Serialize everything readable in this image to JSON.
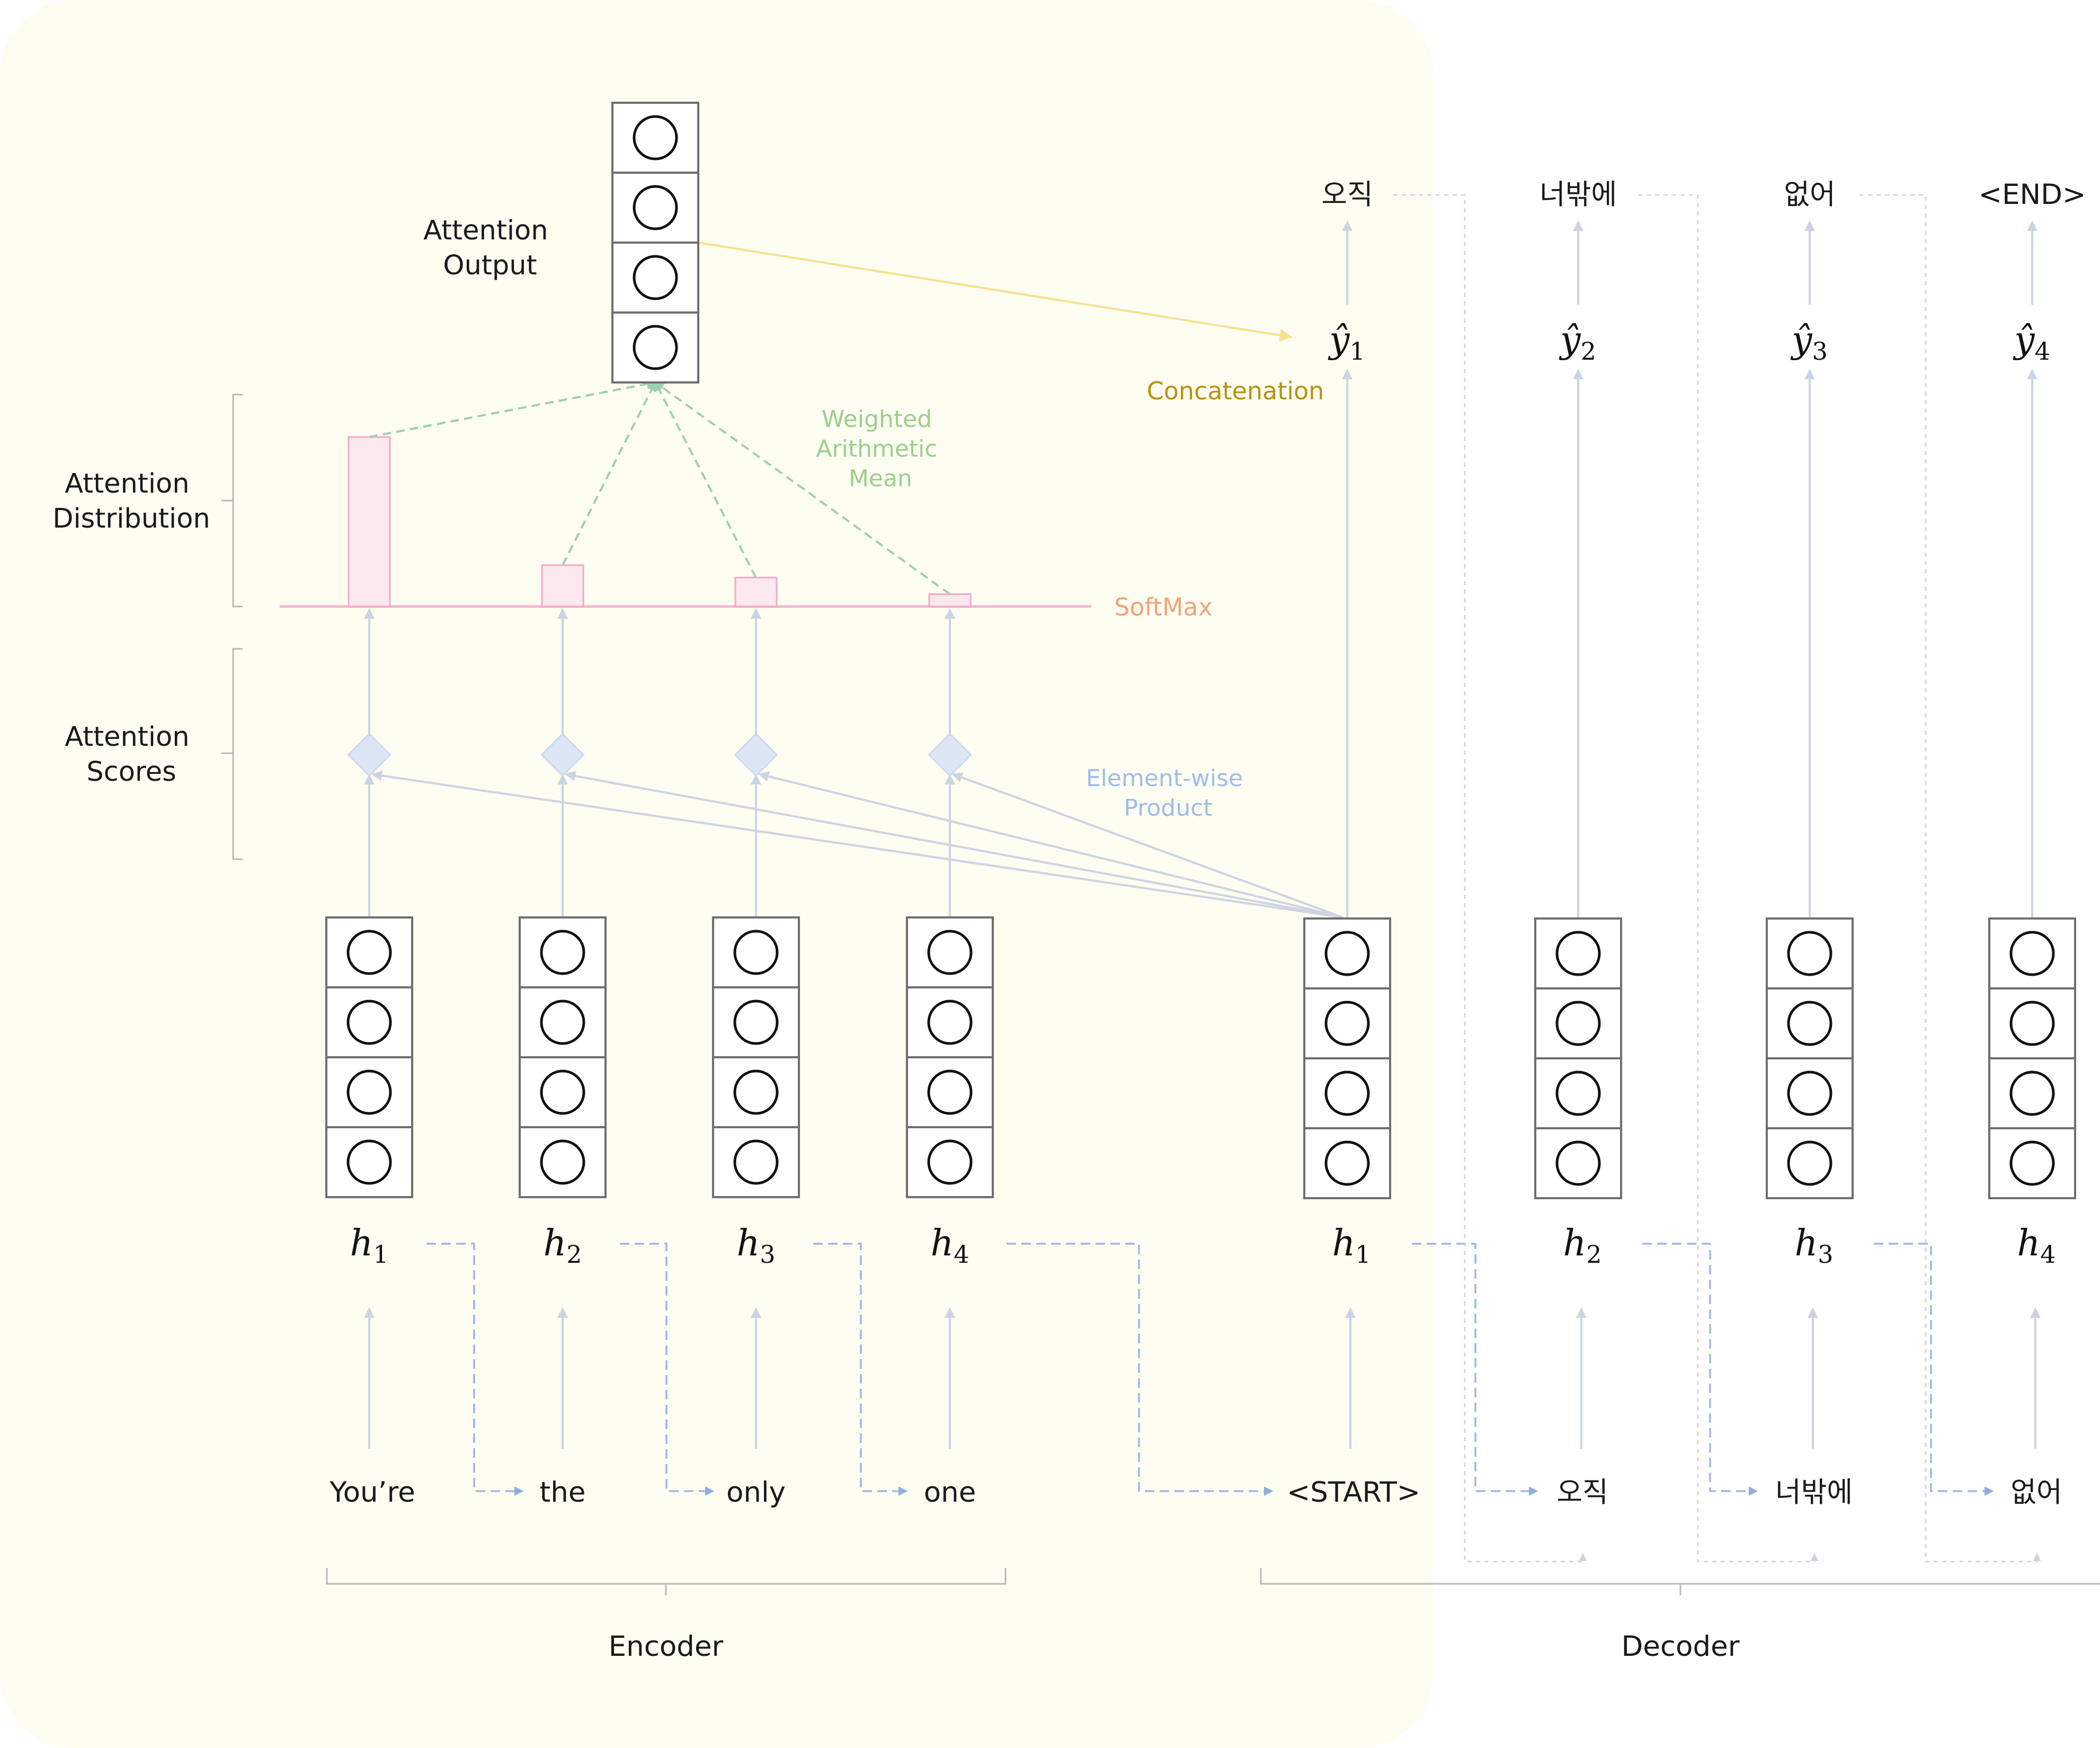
{
  "labels": {
    "attention_output": [
      "Attention",
      "Output"
    ],
    "attention_distribution": [
      "Attention",
      "Distribution"
    ],
    "attention_scores": [
      "Attention",
      "Scores"
    ],
    "weighted_mean": [
      "Weighted",
      "Arithmetic",
      "Mean"
    ],
    "concatenation": "Concatenation",
    "softmax": "SoftMax",
    "element_wise": [
      "Element-wise",
      "Product"
    ],
    "encoder": "Encoder",
    "decoder": "Decoder"
  },
  "encoder": {
    "inputs": [
      "You’re",
      "the",
      "only",
      "one"
    ],
    "hidden": [
      "h",
      "h",
      "h",
      "h"
    ],
    "hidden_sub": [
      "1",
      "2",
      "3",
      "4"
    ]
  },
  "decoder": {
    "inputs": [
      "<START>",
      "오직",
      "너밖에",
      "없어"
    ],
    "hidden": [
      "h",
      "h",
      "h",
      "h"
    ],
    "hidden_sub": [
      "1",
      "2",
      "3",
      "4"
    ],
    "predictions": [
      "ŷ",
      "ŷ",
      "ŷ",
      "ŷ"
    ],
    "prediction_sub": [
      "1",
      "2",
      "3",
      "4"
    ],
    "outputs": [
      "오직",
      "너밖에",
      "없어",
      "<END>"
    ]
  },
  "attention_weights": [
    0.82,
    0.2,
    0.14,
    0.06
  ],
  "colors": {
    "encoder_bg": "#fdfdf2",
    "distribution": "#fce8ef",
    "distribution_stroke": "#f3a9c4",
    "softmax_line": "#f2b8d3",
    "softmax_text": "#f0a57a",
    "concat_line": "#f8e08e",
    "concat_text": "#b8920f",
    "weighted_line": "#9fcfb3",
    "weighted_text": "#9ccf8c",
    "elementwise_text": "#9fbde8",
    "diamond": "#dde6f5"
  }
}
